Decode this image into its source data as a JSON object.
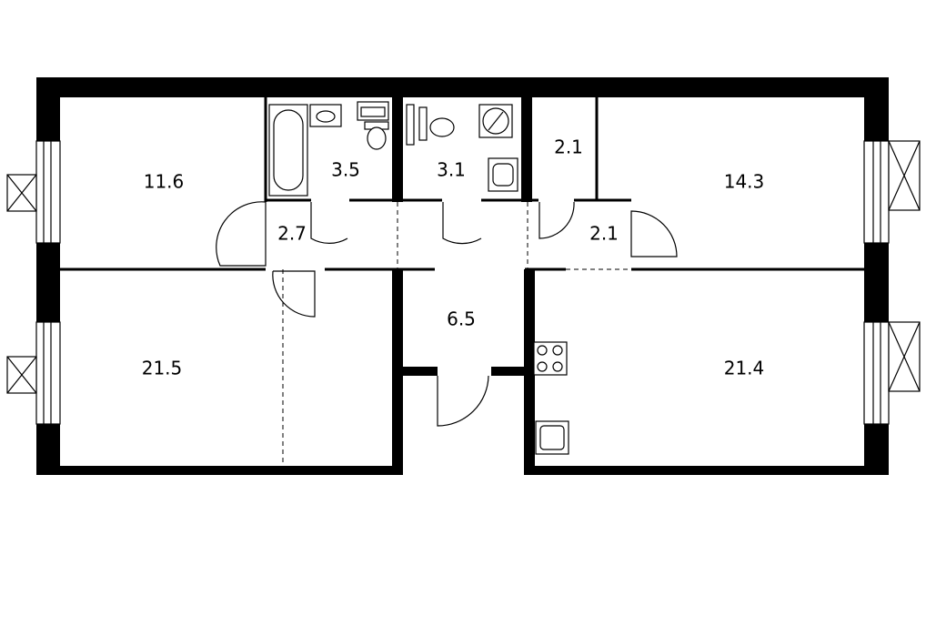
{
  "rooms": {
    "living_left": "11.6",
    "bathroom": "3.5",
    "toilet": "3.1",
    "storage": "2.1",
    "bedroom_right": "14.3",
    "hall_left": "2.7",
    "hall_right": "2.1",
    "corridor": "6.5",
    "room_bottom_left": "21.5",
    "kitchen_living": "21.4"
  },
  "colors": {
    "wall": "#000000",
    "background": "#ffffff"
  },
  "icons": [
    "bathtub-icon",
    "sink-icon",
    "washing-machine-icon",
    "toilet-icon",
    "boiler-icon",
    "stove-icon",
    "kitchen-sink-icon",
    "balcony-window-icon"
  ]
}
